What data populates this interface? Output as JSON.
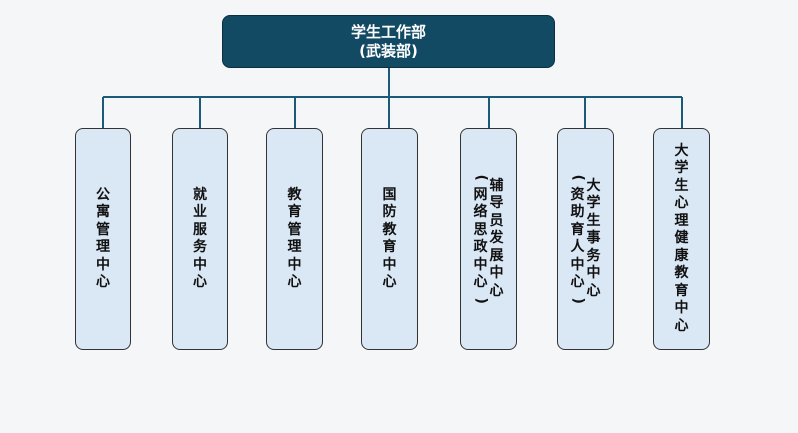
{
  "org": {
    "root": {
      "line1": "学生工作部",
      "line2": "(武装部)"
    },
    "children": [
      {
        "lines": [
          "公寓管理中心"
        ]
      },
      {
        "lines": [
          "就业服务中心"
        ]
      },
      {
        "lines": [
          "教育管理中心"
        ]
      },
      {
        "lines": [
          "国防教育中心"
        ]
      },
      {
        "lines": [
          "辅导员发展中心",
          "(网络思政中心)"
        ]
      },
      {
        "lines": [
          "大学生事务中心",
          "(资助育人中心)"
        ]
      },
      {
        "lines": [
          "大学生心理健康教育中心"
        ]
      }
    ]
  },
  "colors": {
    "root_fill": "#124a63",
    "node_fill": "#dae7f5",
    "connector": "#1b5a78",
    "background": "#f5f6f7"
  }
}
